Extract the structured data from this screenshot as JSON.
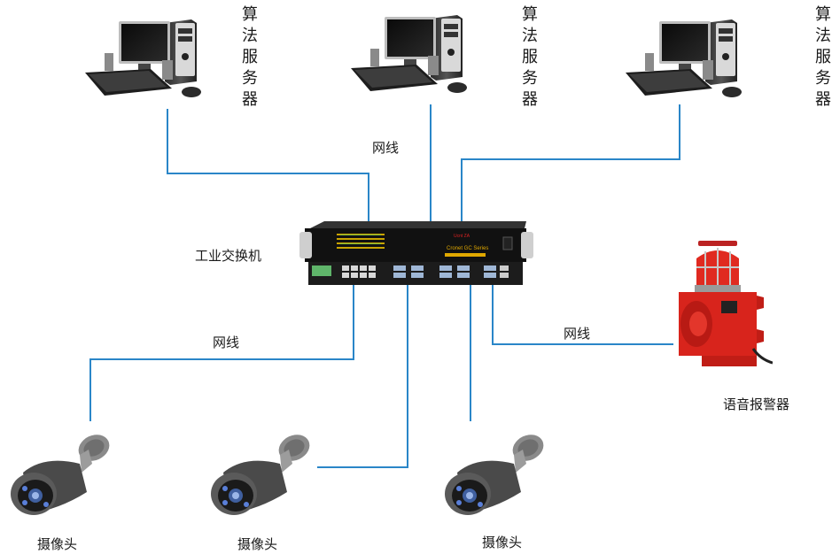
{
  "diagram": {
    "title": "",
    "line_color": "#2a86c8",
    "nodes": {
      "servers": [
        {
          "id": "server-1",
          "label": "算法服务器"
        },
        {
          "id": "server-2",
          "label": "算法服务器"
        },
        {
          "id": "server-3",
          "label": "算法服务器"
        }
      ],
      "switch": {
        "id": "industrial-switch",
        "label": "工业交换机",
        "brand_text": "Ucnt ZA",
        "series_text": "Cronet GC Series"
      },
      "alarm": {
        "id": "voice-alarm",
        "label": "语音报警器"
      },
      "cameras": [
        {
          "id": "camera-1",
          "label": "摄像头"
        },
        {
          "id": "camera-2",
          "label": "摄像头"
        },
        {
          "id": "camera-3",
          "label": "摄像头"
        }
      ]
    },
    "edge_labels": {
      "servers_to_switch": "网线",
      "switch_to_camera": "网线",
      "switch_to_alarm": "网线"
    },
    "edges": [
      {
        "from": "server-1",
        "to": "industrial-switch"
      },
      {
        "from": "server-2",
        "to": "industrial-switch"
      },
      {
        "from": "server-3",
        "to": "industrial-switch"
      },
      {
        "from": "industrial-switch",
        "to": "camera-1"
      },
      {
        "from": "industrial-switch",
        "to": "camera-2"
      },
      {
        "from": "industrial-switch",
        "to": "camera-3"
      },
      {
        "from": "industrial-switch",
        "to": "voice-alarm"
      }
    ]
  }
}
